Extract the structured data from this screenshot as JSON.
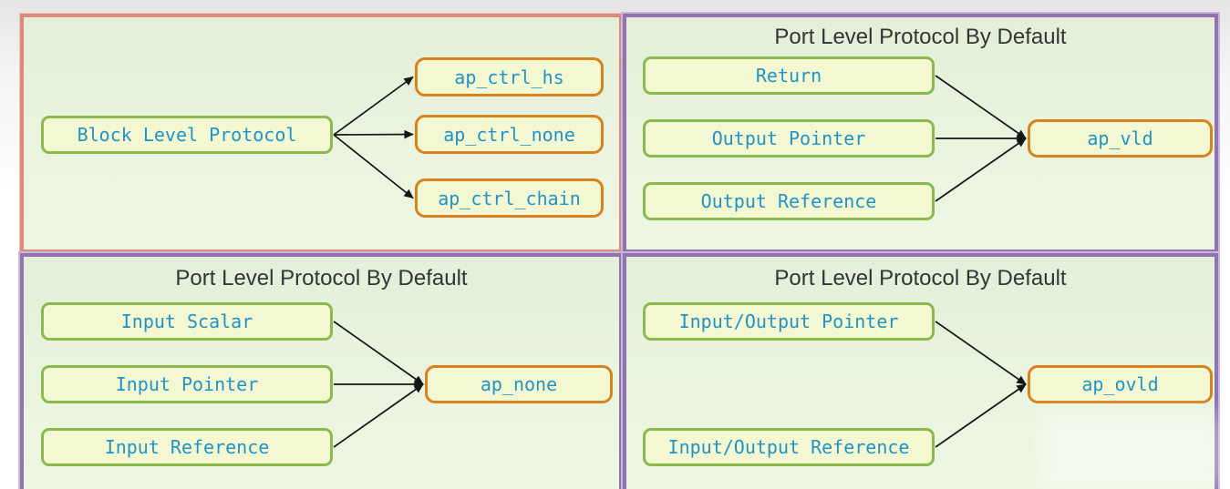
{
  "colors": {
    "quadrant_background": "#e8f3de",
    "block_level_quadrant_border": "#dc8a7b",
    "port_level_quadrant_border": "#9273b1",
    "source_node_border": "#8aba4e",
    "target_node_border": "#d8821f",
    "node_fill": "#f4f8d2",
    "node_text": "#2193c6",
    "title_text": "#353535",
    "arrow": "#161616"
  },
  "diagram": {
    "quadrants": [
      {
        "name": "block-level-protocol",
        "title": "",
        "nodes": {
          "block_level_protocol": {
            "label": "Block Level Protocol"
          },
          "ap_ctrl_hs": {
            "label": "ap_ctrl_hs"
          },
          "ap_ctrl_none": {
            "label": "ap_ctrl_none"
          },
          "ap_ctrl_chain": {
            "label": "ap_ctrl_chain"
          }
        },
        "edges": [
          [
            "block_level_protocol",
            "ap_ctrl_hs"
          ],
          [
            "block_level_protocol",
            "ap_ctrl_none"
          ],
          [
            "block_level_protocol",
            "ap_ctrl_chain"
          ]
        ]
      },
      {
        "name": "port-level-output",
        "title": "Port Level Protocol By Default",
        "nodes": {
          "return": {
            "label": "Return"
          },
          "output_pointer": {
            "label": "Output Pointer"
          },
          "output_reference": {
            "label": "Output Reference"
          },
          "ap_vld": {
            "label": "ap_vld"
          }
        },
        "edges": [
          [
            "return",
            "ap_vld"
          ],
          [
            "output_pointer",
            "ap_vld"
          ],
          [
            "output_reference",
            "ap_vld"
          ]
        ]
      },
      {
        "name": "port-level-input",
        "title": "Port Level Protocol By Default",
        "nodes": {
          "input_scalar": {
            "label": "Input Scalar"
          },
          "input_pointer": {
            "label": "Input Pointer"
          },
          "input_reference": {
            "label": "Input Reference"
          },
          "ap_none": {
            "label": "ap_none"
          }
        },
        "edges": [
          [
            "input_scalar",
            "ap_none"
          ],
          [
            "input_pointer",
            "ap_none"
          ],
          [
            "input_reference",
            "ap_none"
          ]
        ]
      },
      {
        "name": "port-level-inout",
        "title": "Port Level Protocol By Default",
        "nodes": {
          "io_pointer": {
            "label": "Input/Output Pointer"
          },
          "io_reference": {
            "label": "Input/Output Reference"
          },
          "ap_ovld": {
            "label": "ap_ovld"
          }
        },
        "edges": [
          [
            "io_pointer",
            "ap_ovld"
          ],
          [
            "io_reference",
            "ap_ovld"
          ]
        ]
      }
    ]
  }
}
